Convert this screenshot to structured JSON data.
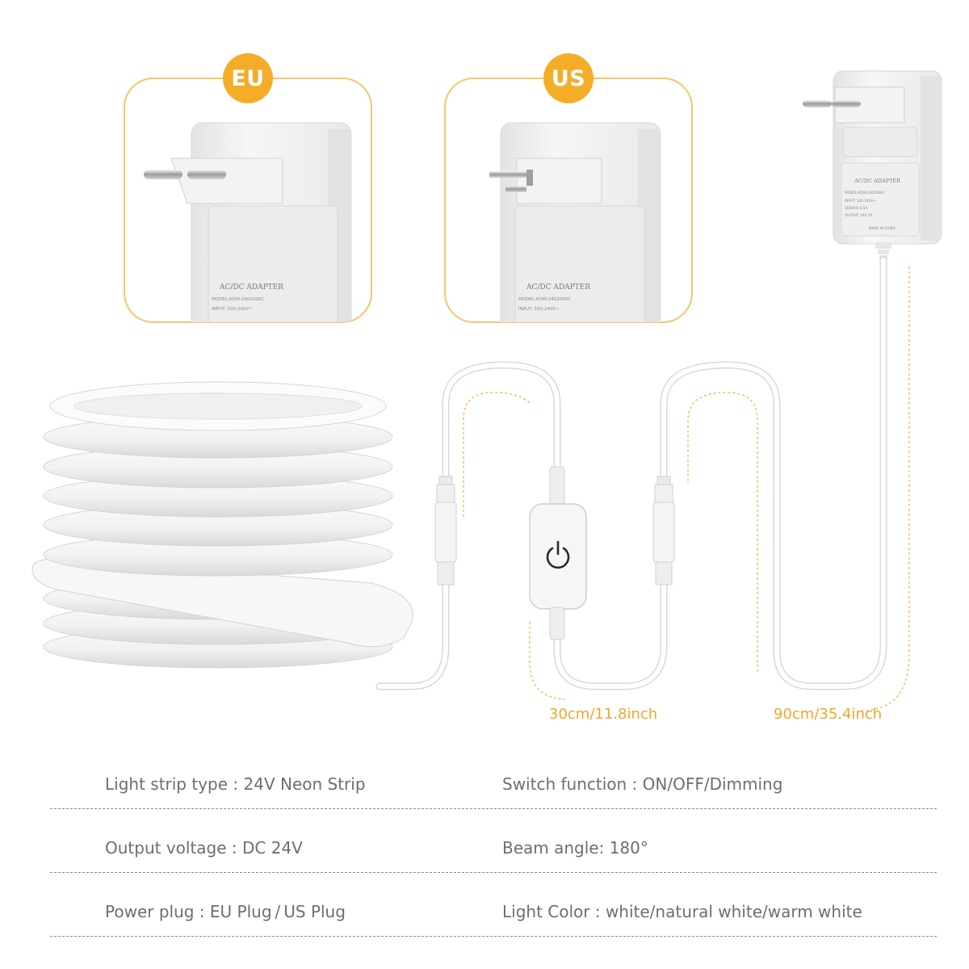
{
  "badges": {
    "eu": "EU",
    "us": "US"
  },
  "lengths": {
    "short": "30cm/11.8inch",
    "long": "90cm/35.4inch"
  },
  "adapter": {
    "title": "AC/DC ADAPTER",
    "model": "MODEL:KQW-2402000C",
    "input": "INPUT: 100-240V~",
    "input_freq": "50/60Hz 0.5A",
    "output": "OUTPUT: 24V 2A",
    "origin": "MADE IN CHINA"
  },
  "specs": {
    "strip_type": "Light strip type : 24V Neon Strip",
    "switch_function": "Switch function : ON/OFF/Dimming",
    "output_voltage": "Output voltage : DC 24V",
    "beam_angle": "Beam angle: 180°",
    "power_plug": "Power plug : EU Plug / US Plug",
    "light_color": "Light Color : white/natural white/warm white"
  },
  "colors": {
    "accent": "#f4ad27",
    "text": "#6e6e6e",
    "product": "#f2f2f2",
    "frame": "#f5c76a"
  }
}
